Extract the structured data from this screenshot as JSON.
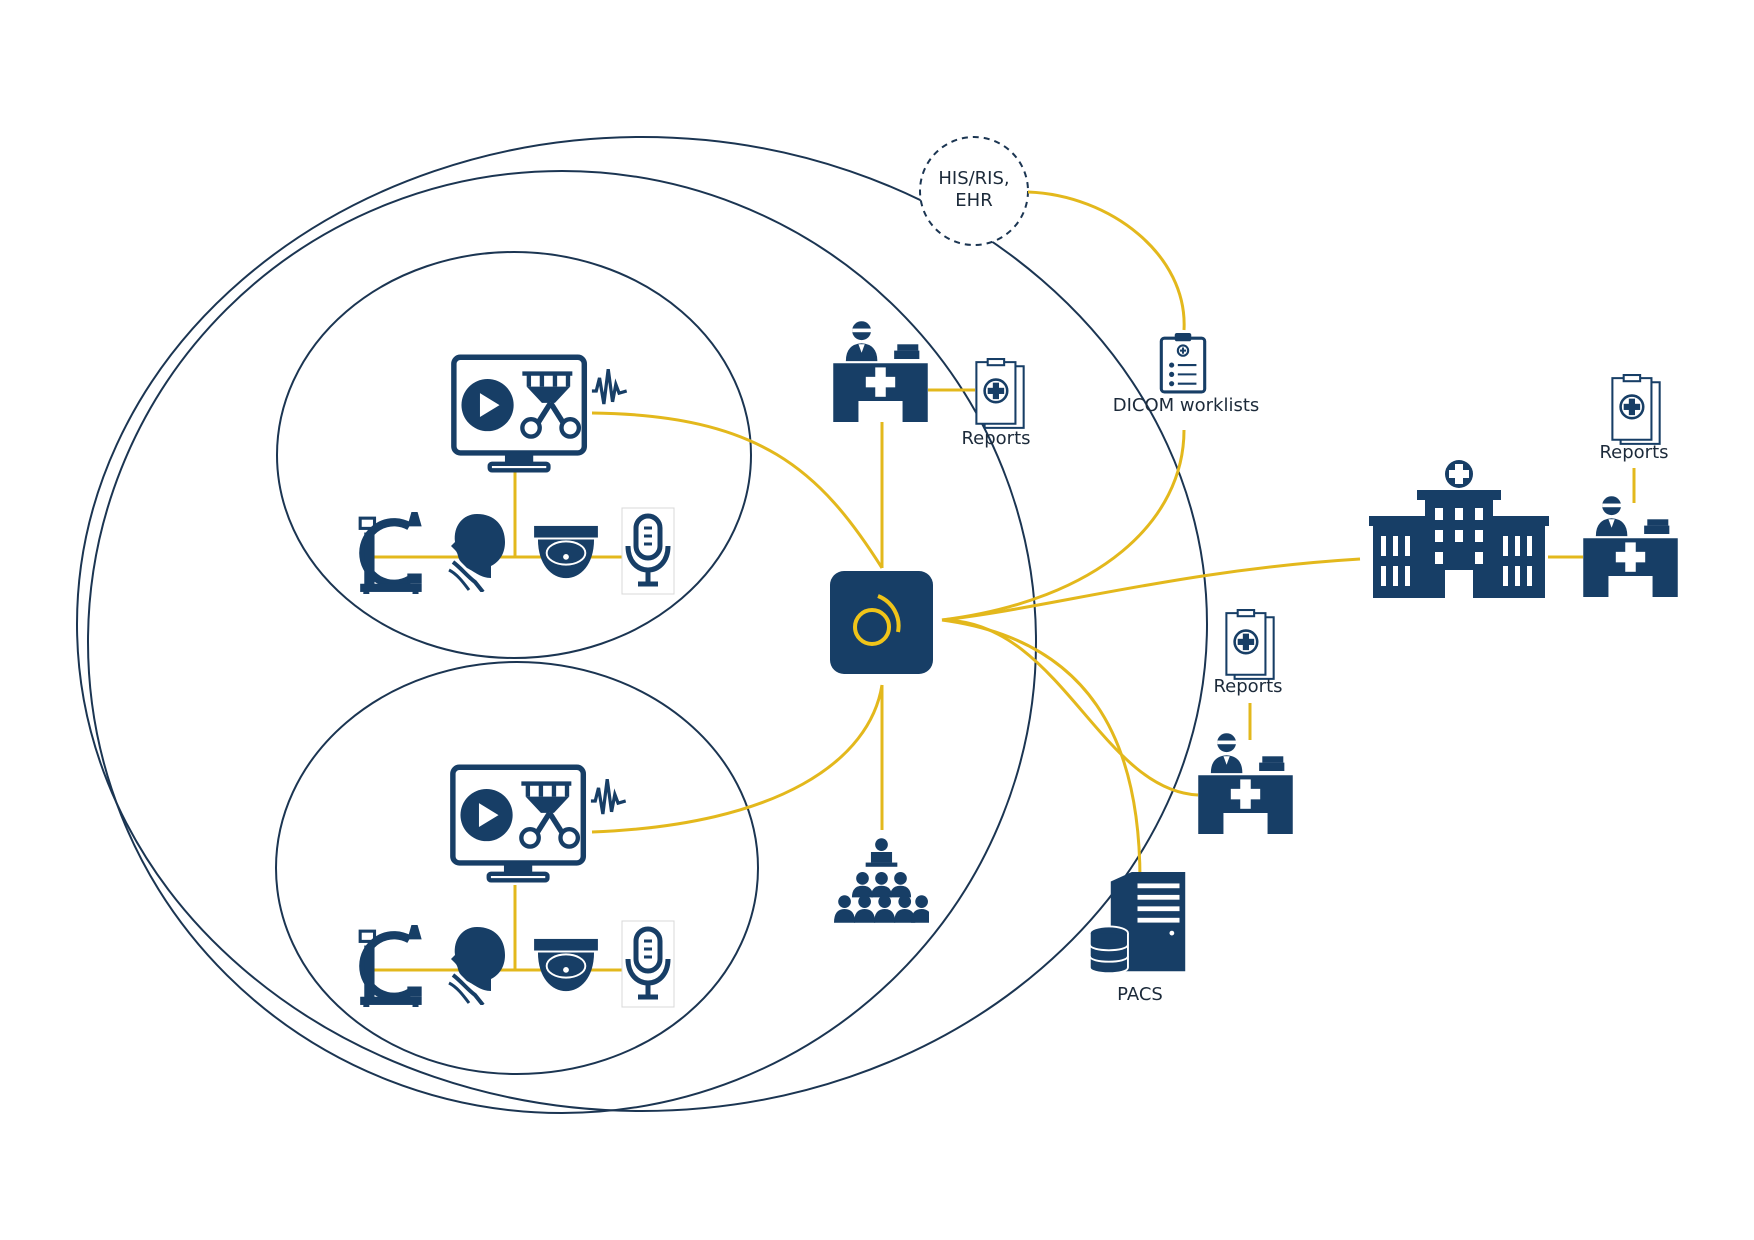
{
  "labels": {
    "his_ris": "HIS/RIS,",
    "ehr": "EHR",
    "dicom_worklists": "DICOM worklists",
    "reports_top": "Reports",
    "reports_right_top": "Reports",
    "reports_right_mid": "Reports",
    "pacs": "PACS"
  },
  "colors": {
    "navy": "#173e66",
    "line_gold": "#e3b81c",
    "outline": "#1b3552",
    "center_ring": "#f0c419"
  },
  "icons": {
    "hub": "hub-logo-icon",
    "monitor": "video-monitor-icon",
    "robot": "surgical-robot-icon",
    "waveform": "waveform-icon",
    "c_arm": "c-arm-xray-icon",
    "head": "patient-head-icon",
    "camera": "dome-camera-icon",
    "microphone": "microphone-icon",
    "doctor_desk": "doctor-desk-icon",
    "report": "report-clipboard-icon",
    "worklist": "worklist-clipboard-icon",
    "hospital": "hospital-building-icon",
    "audience": "audience-icon",
    "pacs": "pacs-server-icon"
  }
}
